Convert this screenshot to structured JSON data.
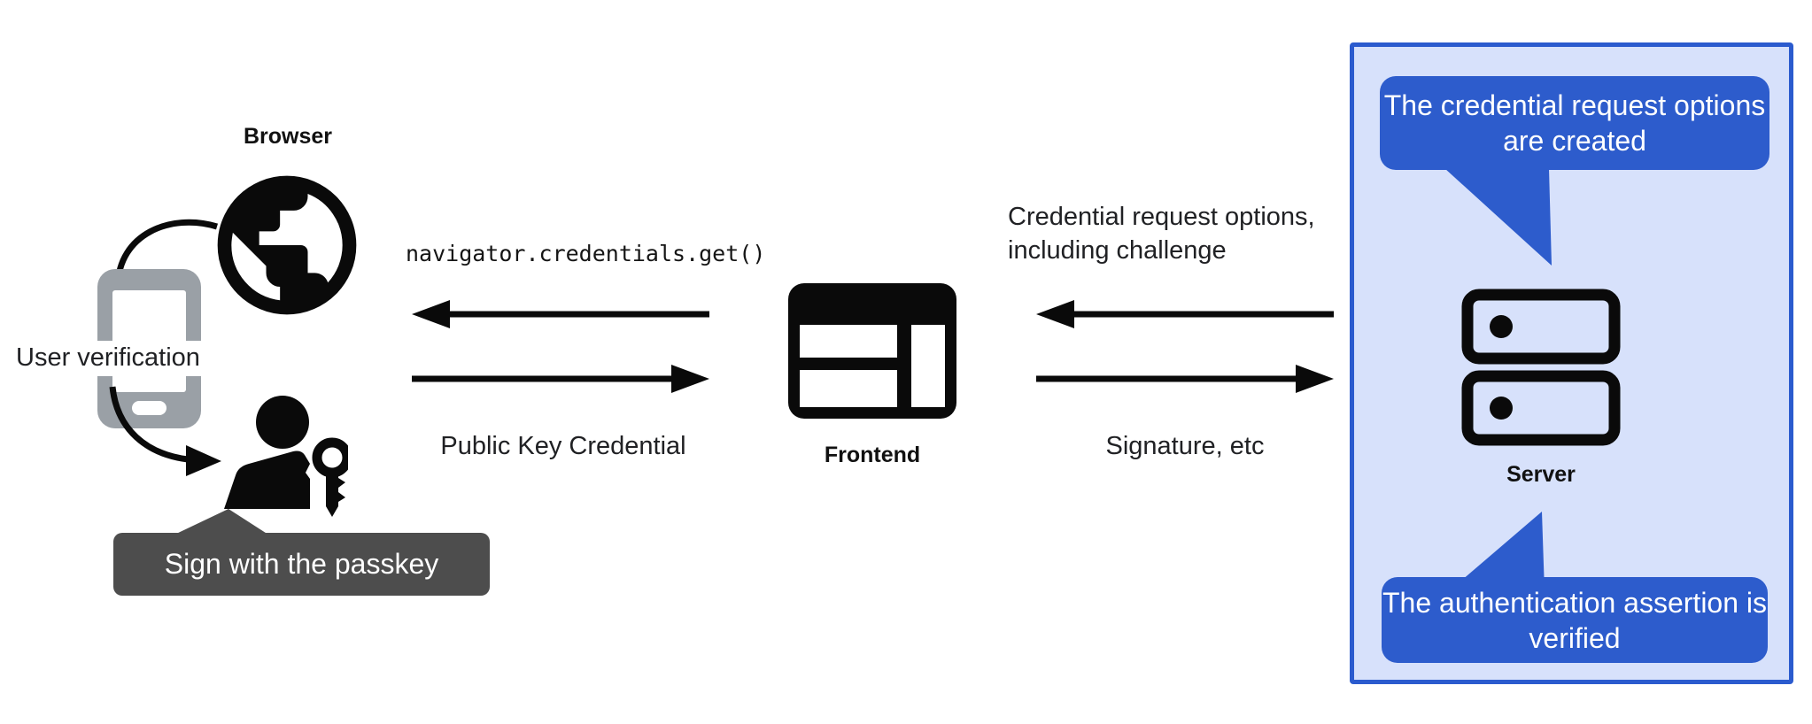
{
  "diagram": {
    "title_context": "Passkey authentication flow",
    "browser": {
      "label": "Browser"
    },
    "user_verification_label": "User verification",
    "passkey_badge_label": "Sign with the passkey",
    "frontend": {
      "label": "Frontend"
    },
    "server": {
      "label": "Server"
    },
    "messages": {
      "get_call": "navigator.credentials.get()",
      "public_key_credential": "Public Key Credential",
      "credential_request": {
        "line1": "Credential request options,",
        "line2": "including challenge"
      },
      "signature": "Signature, etc"
    },
    "callouts": {
      "top": "The credential request options are created",
      "bottom": "The authentication assertion is verified"
    },
    "icons": {
      "globe": "globe-icon",
      "phone": "smartphone-icon",
      "person_key": "person-with-key-icon",
      "frontend_window": "browser-window-icon",
      "server_stack": "server-stack-icon",
      "arrows": "flow-arrows"
    },
    "colors": {
      "callout_blue": "#2d5ccc",
      "panel_border_blue": "#2b5bce",
      "panel_background": "#d7e1fb",
      "badge_gray": "#4d4d4d",
      "phone_gray": "#9aa0a6",
      "icon_black": "#0a0a0a",
      "text_dark": "#202124",
      "background": "#ffffff"
    }
  }
}
